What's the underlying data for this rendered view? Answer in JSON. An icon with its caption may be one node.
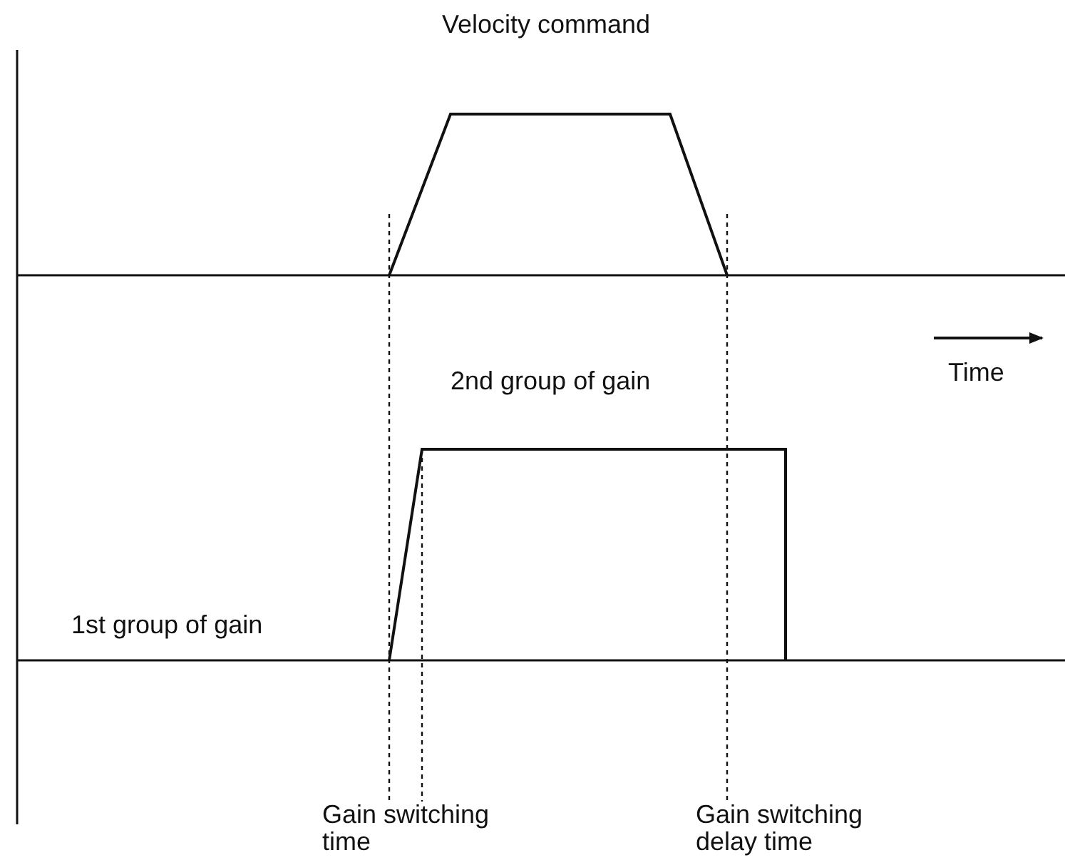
{
  "diagram": {
    "labels": [
      "Velocity command",
      "Time",
      "2nd group of gain",
      "1st group of gain",
      "Gain switching time",
      "Gain switching delay time"
    ]
  }
}
